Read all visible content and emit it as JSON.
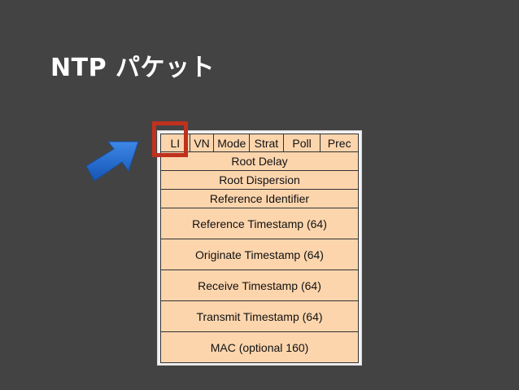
{
  "slide": {
    "title": "NTP パケット"
  },
  "packet": {
    "header_fields": [
      "LI",
      "VN",
      "Mode",
      "Strat",
      "Poll",
      "Prec"
    ],
    "rows": [
      "Root Delay",
      "Root Dispersion",
      "Reference Identifier",
      "Reference Timestamp (64)",
      "Originate Timestamp (64)",
      "Receive Timestamp (64)",
      "Transmit Timestamp (64)",
      "MAC (optional 160)"
    ]
  },
  "colors": {
    "background": "#434343",
    "field_fill": "#fcd5ad",
    "highlight_border": "#c0311e",
    "arrow": "#1f6bd0"
  },
  "icons": {
    "pointer": "arrow-right-icon"
  }
}
